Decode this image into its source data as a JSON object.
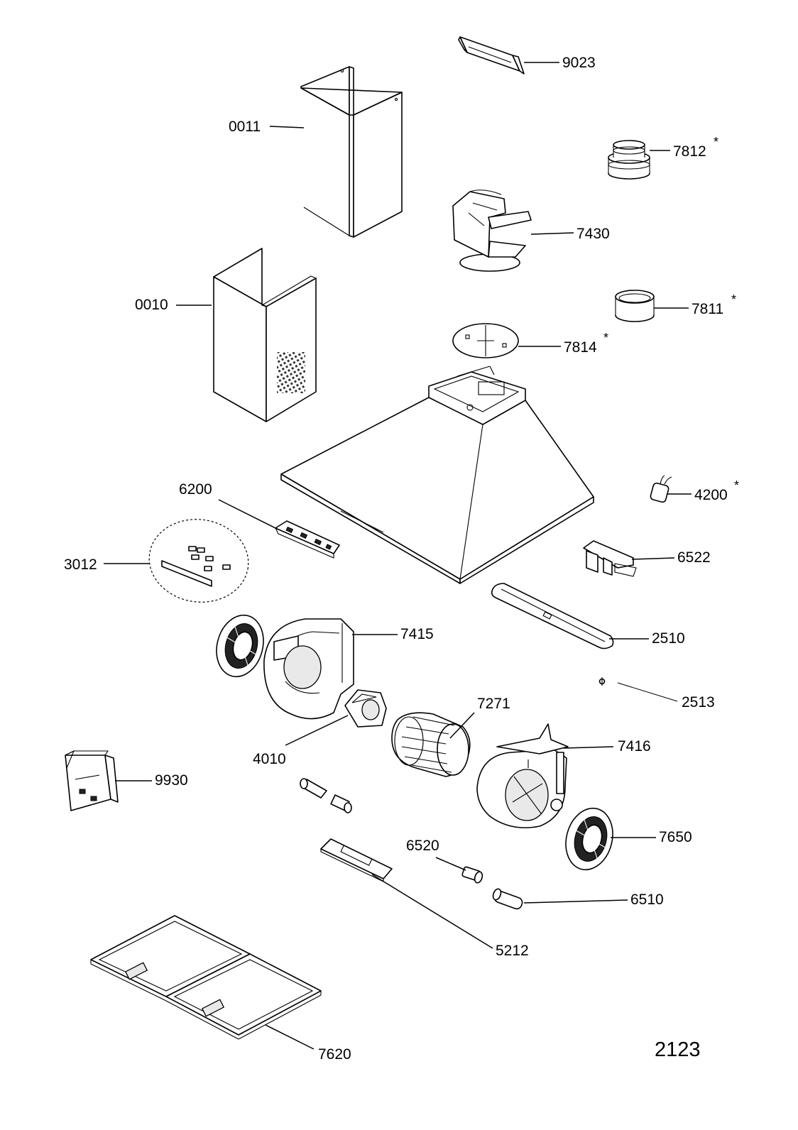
{
  "sheet_number": "2123",
  "parts": [
    {
      "id": "p9023",
      "code": "9023",
      "star": ""
    },
    {
      "id": "p0011",
      "code": "0011",
      "star": ""
    },
    {
      "id": "p7812",
      "code": "7812",
      "star": "*"
    },
    {
      "id": "p7430",
      "code": "7430",
      "star": ""
    },
    {
      "id": "p0010",
      "code": "0010",
      "star": ""
    },
    {
      "id": "p7811",
      "code": "7811",
      "star": "*"
    },
    {
      "id": "p7814",
      "code": "7814",
      "star": "*"
    },
    {
      "id": "p6200",
      "code": "6200",
      "star": ""
    },
    {
      "id": "p4200",
      "code": "4200",
      "star": "*"
    },
    {
      "id": "p3012",
      "code": "3012",
      "star": ""
    },
    {
      "id": "p6522",
      "code": "6522",
      "star": ""
    },
    {
      "id": "p7415",
      "code": "7415",
      "star": ""
    },
    {
      "id": "p2510",
      "code": "2510",
      "star": ""
    },
    {
      "id": "p2513",
      "code": "2513",
      "star": ""
    },
    {
      "id": "p7271",
      "code": "7271",
      "star": ""
    },
    {
      "id": "p4010",
      "code": "4010",
      "star": ""
    },
    {
      "id": "p7416",
      "code": "7416",
      "star": ""
    },
    {
      "id": "p9930",
      "code": "9930",
      "star": ""
    },
    {
      "id": "p7650",
      "code": "7650",
      "star": ""
    },
    {
      "id": "p6520",
      "code": "6520",
      "star": ""
    },
    {
      "id": "p6510",
      "code": "6510",
      "star": ""
    },
    {
      "id": "p5212",
      "code": "5212",
      "star": ""
    },
    {
      "id": "p7620",
      "code": "7620",
      "star": ""
    }
  ]
}
